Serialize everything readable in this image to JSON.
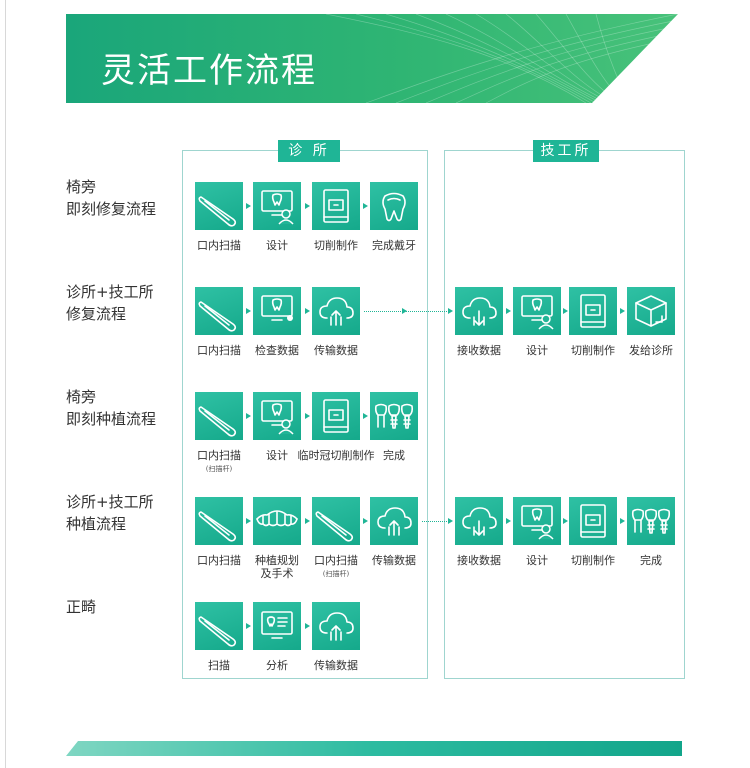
{
  "title": "灵活工作流程",
  "sections": {
    "clinic": "诊 所",
    "lab": "技工所"
  },
  "rows": [
    {
      "label": [
        "椅旁",
        "即刻修复流程"
      ],
      "clinic_steps": [
        {
          "icon": "scanner-icon",
          "label": "口内扫描"
        },
        {
          "icon": "design-icon",
          "label": "设计"
        },
        {
          "icon": "milling-icon",
          "label": "切削制作"
        },
        {
          "icon": "tooth-icon",
          "label": "完成戴牙"
        }
      ],
      "lab_steps": []
    },
    {
      "label": [
        "诊所+技工所",
        "修复流程"
      ],
      "clinic_steps": [
        {
          "icon": "scanner-icon",
          "label": "口内扫描"
        },
        {
          "icon": "review-icon",
          "label": "检查数据"
        },
        {
          "icon": "cloud-upload-icon",
          "label": "传输数据"
        }
      ],
      "lab_steps": [
        {
          "icon": "cloud-download-icon",
          "label": "接收数据"
        },
        {
          "icon": "design-icon",
          "label": "设计"
        },
        {
          "icon": "milling-icon",
          "label": "切削制作"
        },
        {
          "icon": "box-icon",
          "label": "发给诊所"
        }
      ]
    },
    {
      "label": [
        "椅旁",
        "即刻种植流程"
      ],
      "clinic_steps": [
        {
          "icon": "scanner-icon",
          "label": "口内扫描",
          "note": "(扫描杆)"
        },
        {
          "icon": "design-icon",
          "label": "设计"
        },
        {
          "icon": "milling-icon",
          "label": "临时冠切削制作"
        },
        {
          "icon": "implant-icon",
          "label": "完成"
        }
      ],
      "lab_steps": []
    },
    {
      "label": [
        "诊所+技工所",
        "种植流程"
      ],
      "clinic_steps": [
        {
          "icon": "scanner-icon",
          "label": "口内扫描"
        },
        {
          "icon": "dental-arch-icon",
          "label": "种植规划\n及手术"
        },
        {
          "icon": "scanner-icon",
          "label": "口内扫描",
          "note": "(扫描杆)"
        },
        {
          "icon": "cloud-upload-icon",
          "label": "传输数据"
        }
      ],
      "lab_steps": [
        {
          "icon": "cloud-download-icon",
          "label": "接收数据"
        },
        {
          "icon": "design-icon",
          "label": "设计"
        },
        {
          "icon": "milling-icon",
          "label": "切削制作"
        },
        {
          "icon": "implant-icon",
          "label": "完成"
        }
      ]
    },
    {
      "label": [
        "正畸"
      ],
      "clinic_steps": [
        {
          "icon": "scanner-icon",
          "label": "扫描"
        },
        {
          "icon": "analysis-icon",
          "label": "分析"
        },
        {
          "icon": "cloud-upload-icon",
          "label": "传输数据"
        }
      ],
      "lab_steps": []
    }
  ],
  "colors": {
    "accent": "#1fb596",
    "accent_light": "#9fd5cf",
    "banner_dark": "#1aa67a",
    "banner_light": "#3fc07a"
  }
}
